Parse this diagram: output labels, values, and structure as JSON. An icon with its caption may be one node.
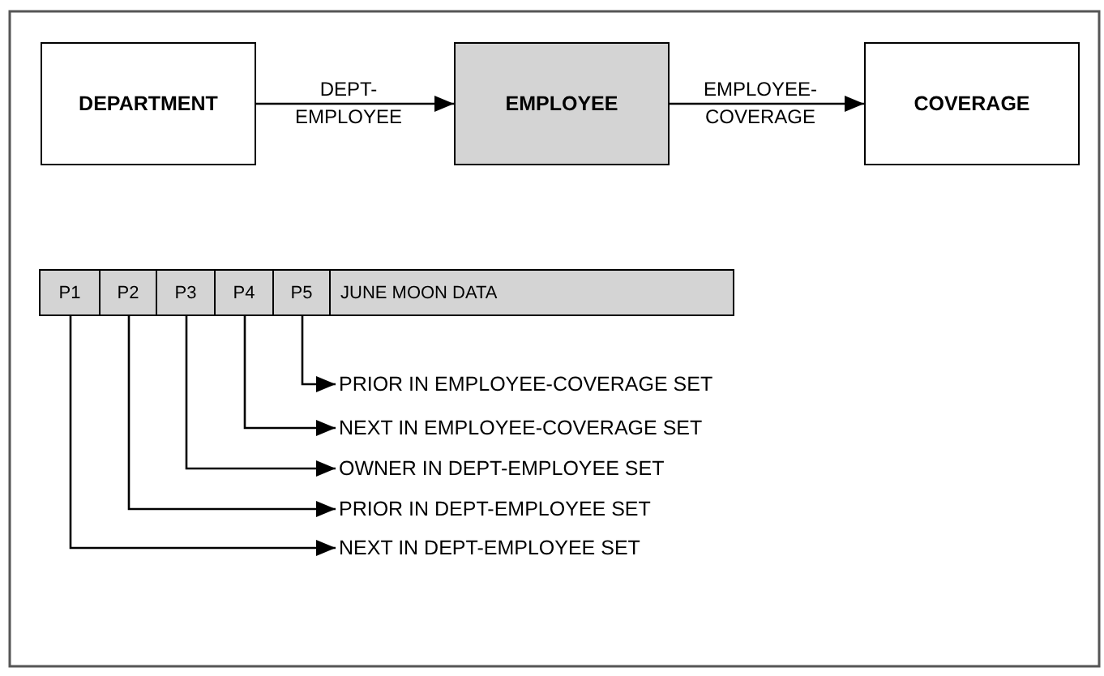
{
  "diagram": {
    "nodes": [
      {
        "text": [
          "DEPARTMENT"
        ]
      },
      {
        "text": [
          "EMPLOYEE"
        ]
      },
      {
        "text": [
          "COVERAGE"
        ]
      },
      {
        "text": [],
        "shape": "bar"
      },
      {
        "text": [
          "P1"
        ],
        "in": 3
      },
      {
        "text": [
          "P2"
        ],
        "in": 3
      },
      {
        "text": [
          "P3"
        ],
        "in": 3
      },
      {
        "text": [
          "P4"
        ],
        "in": 3
      },
      {
        "text": [
          "P5"
        ],
        "in": 3
      },
      {
        "text": [
          "JUNE MOON DATA"
        ],
        "in": 3
      },
      {
        "text": [
          "PRIOR IN EMPLOYEE-COVERAGE SET"
        ]
      },
      {
        "text": [
          "NEXT IN EMPLOYEE-COVERAGE SET"
        ]
      },
      {
        "text": [
          "OWNER IN DEPT-EMPLOYEE SET"
        ]
      },
      {
        "text": [
          "PRIOR IN DEPT-EMPLOYEE SET"
        ]
      },
      {
        "text": [
          "NEXT IN DEPT-EMPLOYEE SET"
        ]
      }
    ],
    "edges": [
      {
        "from": 0,
        "to": 1,
        "arrow": "to",
        "label": "DEPT- EMPLOYEE"
      },
      {
        "from": 1,
        "to": 2,
        "arrow": "to",
        "label": "EMPLOYEE- COVERAGE"
      },
      {
        "from": 8,
        "to": 10,
        "arrow": "to"
      },
      {
        "from": 7,
        "to": 11,
        "arrow": "to"
      },
      {
        "from": 6,
        "to": 12,
        "arrow": "to"
      },
      {
        "from": 5,
        "to": 13,
        "arrow": "to"
      },
      {
        "from": 4,
        "to": 14,
        "arrow": "to"
      }
    ]
  }
}
